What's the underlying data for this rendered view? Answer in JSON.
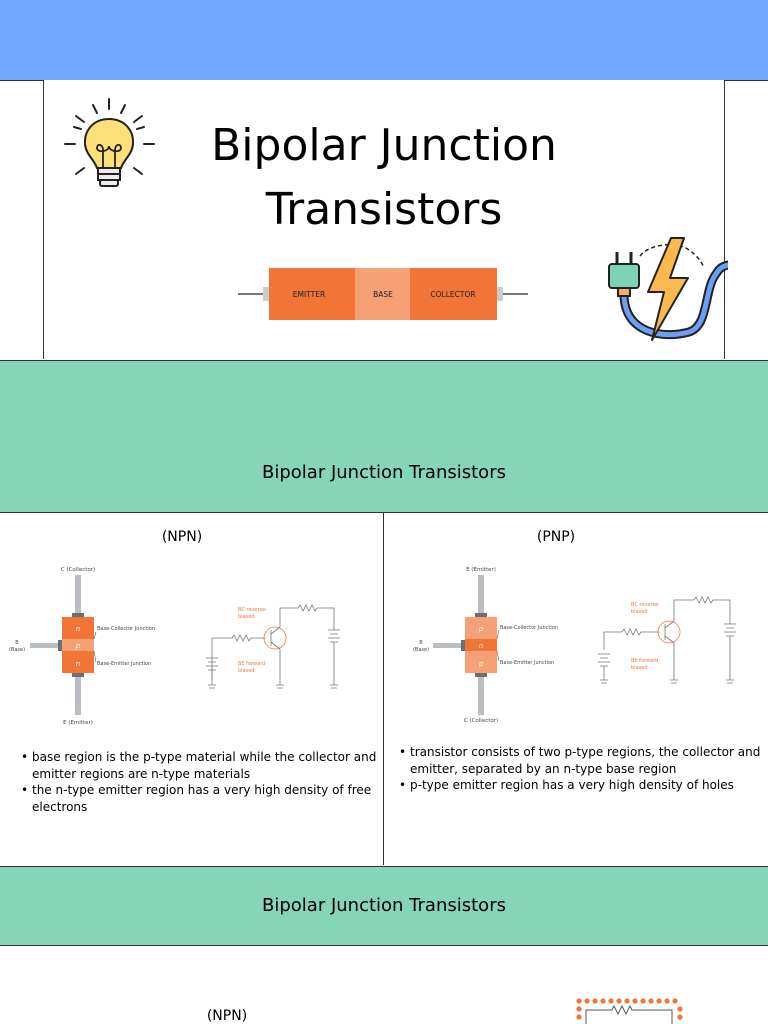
{
  "slide1": {
    "title_line1": "Bipolar Junction",
    "title_line2": "Transistors",
    "bar_labels": [
      "EMITTER",
      "BASE",
      "COLLECTOR"
    ],
    "colors": {
      "top_band": "#72a8fe",
      "emitter": "#f27538",
      "base": "#f5a075",
      "accent_green": "#85d5b8"
    }
  },
  "section1": {
    "heading": "Bipolar Junction Transistors",
    "npn": {
      "title": "(NPN)",
      "diagram": {
        "collector_label": "C (Collector)",
        "base_label_1": "B",
        "base_label_2": "(Base)",
        "emitter_label": "E (Emitter)",
        "regions": [
          "n",
          "p",
          "n"
        ],
        "bc_junction": "Base-Collector Junction",
        "be_junction": "Base-Emitter Junction",
        "bc_bias_1": "BC reverse-",
        "bc_bias_2": "biased",
        "be_bias_1": "BE forward-",
        "be_bias_2": "biased"
      },
      "bullets": [
        {
          "l1": "base region is the p-type material while the collector and",
          "l2": "emitter regions are n-type materials"
        },
        {
          "l1": "the n-type emitter region has a very high density of free",
          "l2": "electrons"
        }
      ]
    },
    "pnp": {
      "title": "(PNP)",
      "diagram": {
        "emitter_label": "E (Emitter)",
        "base_label_1": "B",
        "base_label_2": "(Base)",
        "collector_label": "C (Collector)",
        "regions": [
          "p",
          "n",
          "p"
        ],
        "bc_junction": "Base-Collector Junction",
        "be_junction": "Base-Emitter Junction",
        "bc_bias_1": "BC reverse-",
        "bc_bias_2": "biased",
        "be_bias_1": "BE forward-",
        "be_bias_2": "biased"
      },
      "bullets": [
        {
          "l1": "transistor consists of two p-type regions, the collector and",
          "l2": "emitter, separated by an n-type base region"
        },
        {
          "l1": "p-type emitter region has a very high density of holes",
          "l2": ""
        }
      ]
    }
  },
  "section2": {
    "heading": "Bipolar Junction Transistors",
    "npn_title": "(NPN)"
  }
}
